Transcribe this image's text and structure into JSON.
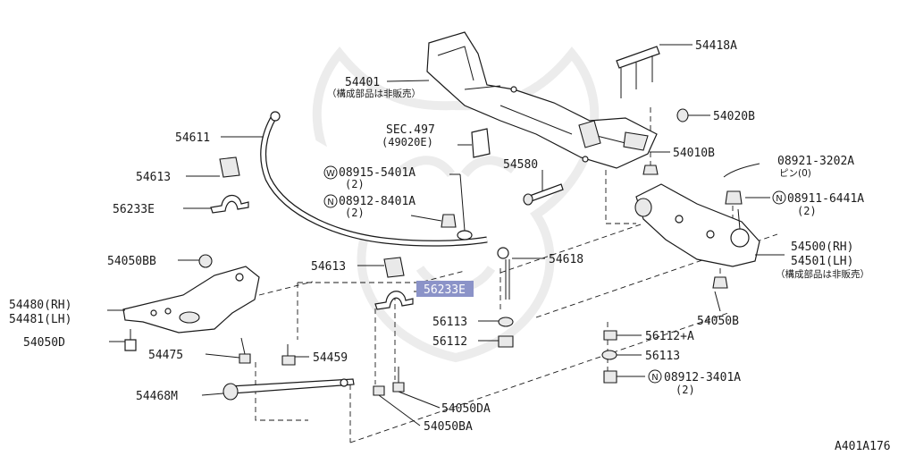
{
  "callouts": {
    "p54418A": "54418A",
    "p54401": "54401",
    "p54401_note": "（構成部品は非販売）",
    "p54020B": "54020B",
    "sec497": "SEC.497",
    "sec497_ref": "(49020E)",
    "p54611": "54611",
    "p54010B": "54010B",
    "p08921": "08921-3202A",
    "p08921_note": "ピン(0)",
    "p54613_top": "54613",
    "p08915": "08915-5401A",
    "p08915_qty": "(2)",
    "p54580": "54580",
    "p08911": "08911-6441A",
    "p08911_qty": "(2)",
    "p56233E_top": "56233E",
    "p08912_8401": "08912-8401A",
    "p08912_8401_qty": "(2)",
    "p54500": "54500(RH)",
    "p54501": "54501(LH)",
    "p54501_note": "（構成部品は非販売）",
    "p54050BB": "54050BB",
    "p54618": "54618",
    "p54613_mid": "54613",
    "p56233E_sel": "56233E",
    "p54480": "54480(RH)",
    "p54481": "54481(LH)",
    "p54050B": "54050B",
    "p56113_a": "56113",
    "p56112_a": "56112",
    "p56112A": "56112+A",
    "p54050D": "54050D",
    "p54475": "54475",
    "p54459": "54459",
    "p56113_b": "56113",
    "p08912_3401": "08912-3401A",
    "p08912_3401_qty": "(2)",
    "p54468M": "54468M",
    "p54050DA": "54050DA",
    "p54050BA": "54050BA",
    "symbol_w": "W",
    "symbol_n": "N",
    "figure_id": "A401A176"
  },
  "colors": {
    "ink": "#1a1a1a",
    "highlight": "#8b93c8",
    "watermark": "#ececec"
  }
}
